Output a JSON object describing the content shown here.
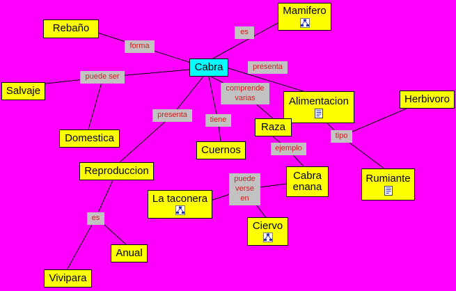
{
  "diagram": {
    "type": "concept-map",
    "root_concept": "Cabra",
    "colors": {
      "background": "#FF00FF",
      "concept_fill": "#FFFF00",
      "root_fill": "#00FFFF",
      "phrase_fill": "#C2C2C2",
      "phrase_text": "#CE2020",
      "concept_text": "#000000",
      "line": "#000000"
    }
  },
  "concepts": {
    "cabra": {
      "label": "Cabra"
    },
    "rebano": {
      "label": "Rebaño"
    },
    "mamifero": {
      "label": "Mamifero",
      "icon": "concept-map-icon"
    },
    "salvaje": {
      "label": "Salvaje"
    },
    "domestica": {
      "label": "Domestica"
    },
    "alimentacion": {
      "label": "Alimentacion",
      "icon": "document-icon"
    },
    "herbivoro": {
      "label": "Herbivoro"
    },
    "raza": {
      "label": "Raza"
    },
    "cuernos": {
      "label": "Cuernos"
    },
    "reproduccion": {
      "label": "Reproduccion"
    },
    "cabra_enana": {
      "label": "Cabra enana"
    },
    "rumiante": {
      "label": "Rumiante",
      "icon": "document-icon"
    },
    "la_taconera": {
      "label": "La taconera",
      "icon": "concept-map-icon"
    },
    "ciervo": {
      "label": "Ciervo",
      "icon": "concept-map-icon"
    },
    "anual": {
      "label": "Anual"
    },
    "vivipara": {
      "label": "Vivipara"
    }
  },
  "phrases": {
    "forma": {
      "label": "forma"
    },
    "es_mamifero": {
      "label": "es"
    },
    "presenta_alimentacion": {
      "label": "presenta"
    },
    "puede_ser": {
      "label": "puede ser"
    },
    "comprende_varias": {
      "label": "comprende varias"
    },
    "presenta_reproduccion": {
      "label": "presenta"
    },
    "tiene": {
      "label": "tiene"
    },
    "tipo": {
      "label": "tipo"
    },
    "ejemplo": {
      "label": "ejemplo"
    },
    "puede_verse_en": {
      "label": "puede verse en"
    },
    "es_reproduccion": {
      "label": "es"
    }
  }
}
